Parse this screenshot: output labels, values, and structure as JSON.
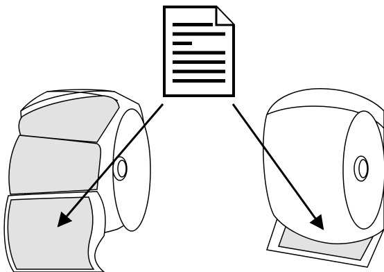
{
  "diagram": {
    "document_lines": 7,
    "colors": {
      "outline": "#000000",
      "label_fill": "#e2e2e2",
      "roll_fill": "#ffffff",
      "background": "#ffffff"
    },
    "icons": [
      "document-icon",
      "label-roll-with-die-cut-labels",
      "continuous-paper-roll",
      "arrow-icon"
    ]
  }
}
